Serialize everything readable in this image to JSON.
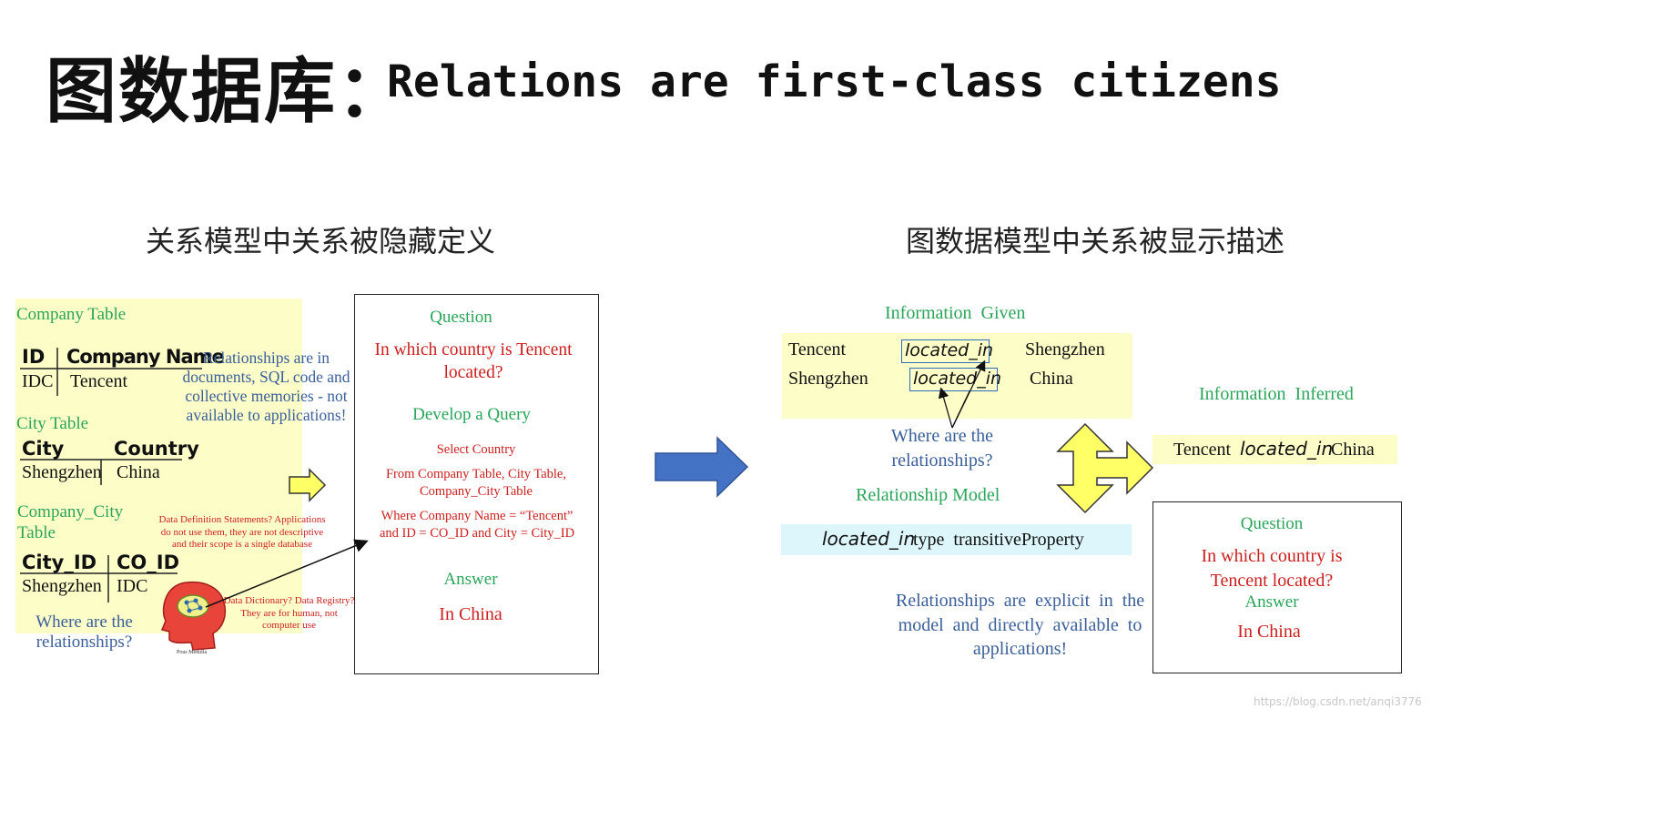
{
  "title": {
    "cn": "图数据库：",
    "en": "Relations are first-class citizens"
  },
  "left_subtitle": "关系模型中关系被隐藏定义",
  "right_subtitle": "图数据模型中关系被显示描述",
  "left": {
    "company_table_label": "Company Table",
    "company_table": {
      "headers": [
        "ID",
        "Company Name"
      ],
      "row": [
        "IDC",
        "Tencent"
      ]
    },
    "relationships_note": [
      "Relationships are in",
      "documents,  SQL code and",
      "collective memories - not",
      "available to applications!"
    ],
    "city_table_label": "City Table",
    "city_table": {
      "headers": [
        "City",
        "Country"
      ],
      "row": [
        "Shengzhen",
        "China"
      ]
    },
    "company_city_label": [
      "Company_City",
      "Table"
    ],
    "company_city_table": {
      "headers": [
        "City_ID",
        "CO_ID"
      ],
      "row": [
        "Shengzhen",
        "IDC"
      ]
    },
    "ddl_note": [
      "Data Definition Statements? Applications",
      "do not use them, they are not descriptive",
      "and their scope is a single database"
    ],
    "dict_note": [
      "Data Dictionary? Data Registry?",
      "They are for human, not",
      "computer use"
    ],
    "where_relationships": [
      "Where are the",
      "relationships?"
    ],
    "head_caption": "Pous Medulla",
    "query_box": {
      "question_label": "Question",
      "question": [
        "In which country is Tencent",
        "located?"
      ],
      "develop_label": "Develop a Query",
      "select": "Select Country",
      "from": [
        "From Company Table, City Table,",
        "Company_City Table"
      ],
      "where": [
        "Where Company Name = “Tencent”",
        "and ID = CO_ID and City = City_ID"
      ],
      "answer_label": "Answer",
      "answer": "In China"
    }
  },
  "right": {
    "info_given_label": "Information  Given",
    "given_rows": [
      {
        "subject": "Tencent",
        "predicate": "located_in",
        "object": "Shengzhen"
      },
      {
        "subject": "Shengzhen",
        "predicate": "located_in",
        "object": "China"
      }
    ],
    "where_relationships": [
      "Where are the",
      "relationships?"
    ],
    "relationship_model_label": "Relationship Model",
    "model": {
      "predicate": "located_in",
      "text": "type  transitiveProperty"
    },
    "explicit_note": [
      "Relationships  are  explicit  in  the",
      "model  and  directly  available  to",
      "applications!"
    ],
    "info_inferred_label": "Information  Inferred",
    "inferred": {
      "subject": "Tencent",
      "predicate": "located_in",
      "object": "China"
    },
    "question_box": {
      "question_label": "Question",
      "question": [
        "In which country is",
        "Tencent located?"
      ],
      "answer_label": "Answer",
      "answer": "In China"
    }
  },
  "watermark": "https://blog.csdn.net/anqi3776",
  "colors": {
    "yellow_panel": "#fdfdc8",
    "cyan_panel": "#ddf6fb",
    "arrow_blue": "#4472c4",
    "arrow_yellow": "#ffff66"
  }
}
